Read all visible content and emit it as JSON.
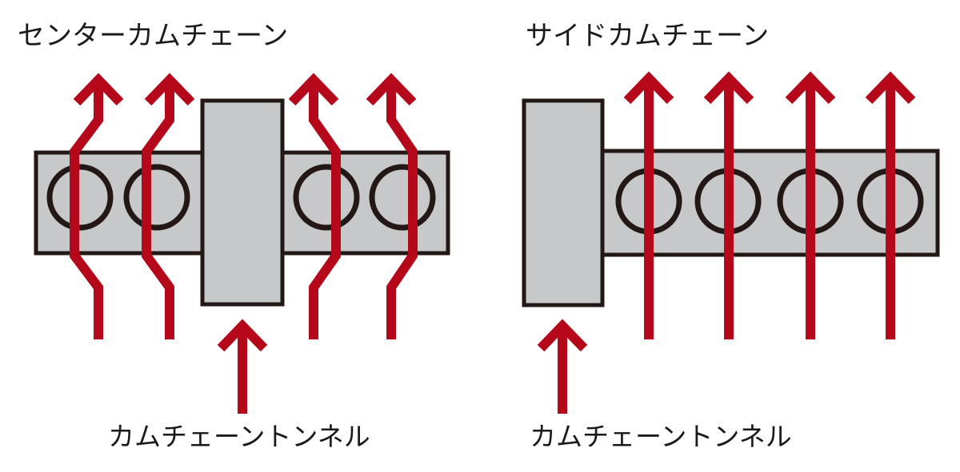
{
  "titles": {
    "center": "センターカムチェーン",
    "side": "サイドカムチェーン"
  },
  "captions": {
    "center": "カムチェーントンネル",
    "side": "カムチェーントンネル"
  },
  "colors": {
    "block_fill": "#c6c8ca",
    "outline": "#231815",
    "arrow": "#b5081a",
    "text": "#1a1a1a"
  }
}
